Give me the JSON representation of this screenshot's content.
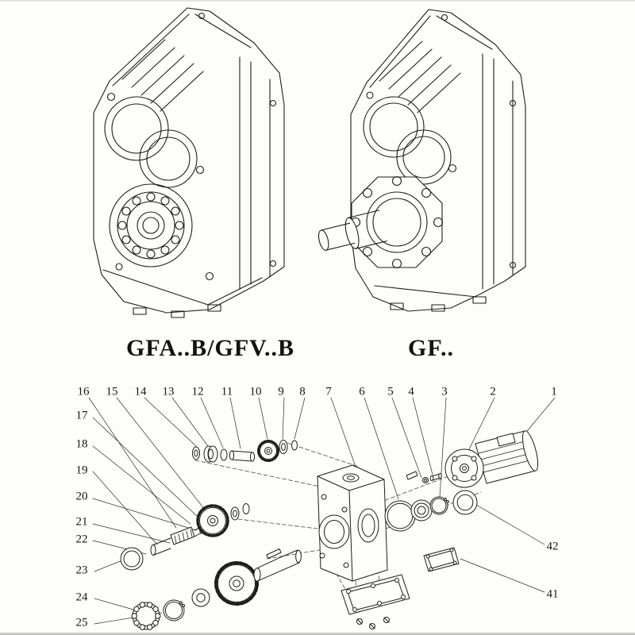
{
  "page": {
    "background": "#fdfdfb",
    "line_color": "#1c1c1c"
  },
  "figures": {
    "left": {
      "label": "GFA..B/GFV..B"
    },
    "right": {
      "label": "GF.."
    }
  },
  "exploded": {
    "callouts": [
      {
        "label": "16"
      },
      {
        "label": "15"
      },
      {
        "label": "14"
      },
      {
        "label": "13"
      },
      {
        "label": "12"
      },
      {
        "label": "11"
      },
      {
        "label": "10"
      },
      {
        "label": "9"
      },
      {
        "label": "8"
      },
      {
        "label": "7"
      },
      {
        "label": "6"
      },
      {
        "label": "5"
      },
      {
        "label": "4"
      },
      {
        "label": "3"
      },
      {
        "label": "2"
      },
      {
        "label": "1"
      },
      {
        "label": "17"
      },
      {
        "label": "18"
      },
      {
        "label": "19"
      },
      {
        "label": "20"
      },
      {
        "label": "21"
      },
      {
        "label": "22"
      },
      {
        "label": "23"
      },
      {
        "label": "24"
      },
      {
        "label": "25"
      },
      {
        "label": "42"
      },
      {
        "label": "41"
      }
    ]
  }
}
